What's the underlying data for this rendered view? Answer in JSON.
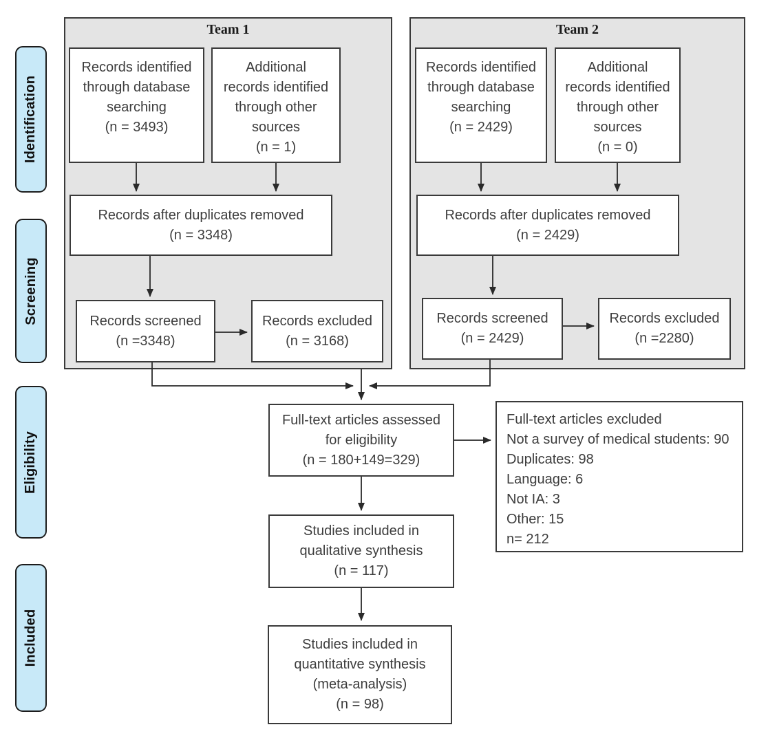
{
  "colors": {
    "stage_fill": "#c8e9f8",
    "panel_fill": "#e4e4e4",
    "box_fill": "#ffffff",
    "line": "#2a2a2a"
  },
  "stages": {
    "identification": "Identification",
    "screening": "Screening",
    "eligibility": "Eligibility",
    "included": "Included"
  },
  "team1": {
    "title": "Team 1",
    "records_identified": "Records identified\nthrough database\nsearching\n(n = 3493)",
    "additional_records": "Additional\nrecords identified\nthrough other\nsources\n(n = 1)",
    "after_duplicates": "Records after duplicates removed\n(n = 3348)",
    "screened": "Records screened\n(n =3348)",
    "excluded": "Records excluded\n(n = 3168)"
  },
  "team2": {
    "title": "Team 2",
    "records_identified": "Records identified\nthrough database\nsearching\n(n = 2429)",
    "additional_records": "Additional\nrecords identified\nthrough other\nsources\n(n = 0)",
    "after_duplicates": "Records after duplicates removed\n(n = 2429)",
    "screened": "Records screened\n(n = 2429)",
    "excluded": "Records excluded\n(n =2280)"
  },
  "eligibility_stage": {
    "fulltext_assessed": "Full-text articles assessed\nfor eligibility\n(n = 180+149=329)",
    "fulltext_excluded": "Full-text articles excluded\nNot a survey of medical students: 90\nDuplicates: 98\nLanguage: 6\nNot IA: 3\nOther: 15\nn= 212"
  },
  "included_stage": {
    "qualitative": "Studies included in\nqualitative synthesis\n(n = 117)",
    "quantitative": "Studies included in\nquantitative synthesis\n(meta-analysis)\n(n = 98)"
  }
}
